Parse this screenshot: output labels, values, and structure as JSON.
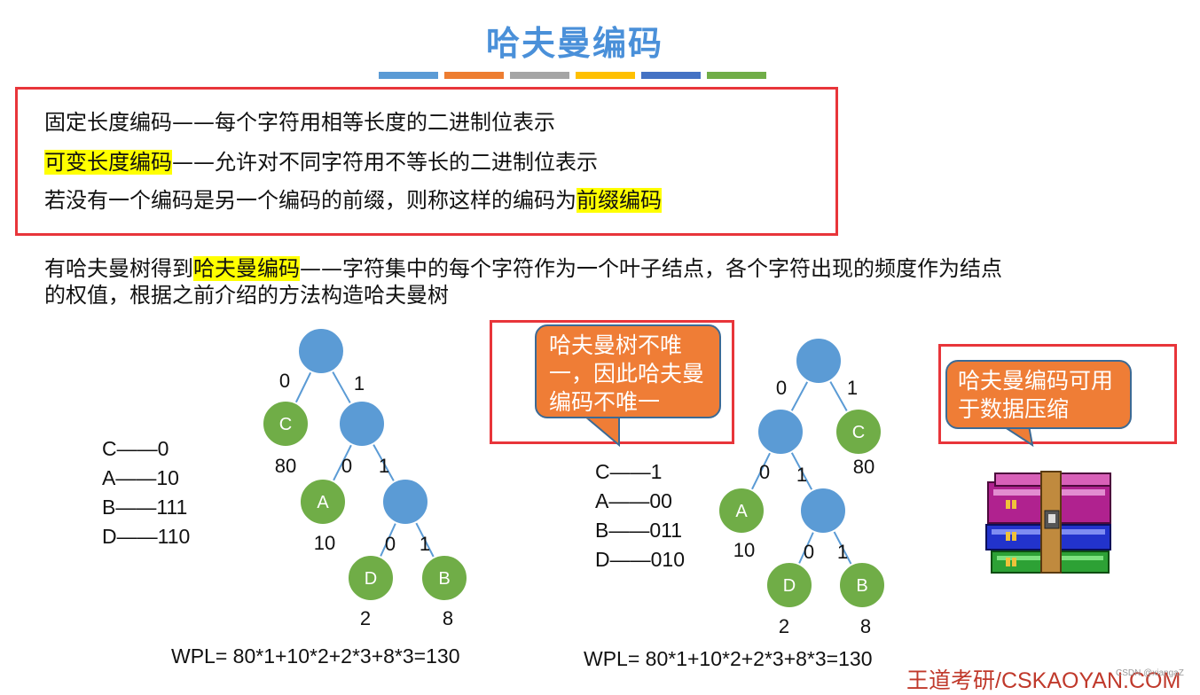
{
  "title": "哈夫曼编码",
  "bar_colors": [
    "#5b9bd5",
    "#ed7d31",
    "#a5a5a5",
    "#ffc000",
    "#4472c4",
    "#70ad47"
  ],
  "definitions": {
    "line1_term": "固定长度编码",
    "line1_rest": "——每个字符用相等长度的二进制位表示",
    "line2_term": "可变长度编码",
    "line2_rest": "——允许对不同字符用不等长的二进制位表示",
    "line3_pre": "若没有一个编码是另一个编码的前缀，则称这样的编码为",
    "line3_term": "前缀编码"
  },
  "paragraph": {
    "pre": "有哈夫曼树得到",
    "term": "哈夫曼编码",
    "rest1": "——字符集中的每个字符作为一个叶子结点，各个字符出现的频度作为结点",
    "rest2": "的权值，根据之前介绍的方法构造哈夫曼树"
  },
  "tree1": {
    "codes": [
      "C——0",
      "A——10",
      "B——111",
      "D——110"
    ],
    "edges": [
      "0",
      "1",
      "0",
      "1",
      "0",
      "1"
    ],
    "leaves": [
      "C",
      "A",
      "D",
      "B"
    ],
    "weights": [
      "80",
      "10",
      "2",
      "8"
    ],
    "wpl": "WPL= 80*1+10*2+2*3+8*3=130"
  },
  "tree2": {
    "codes": [
      "C——1",
      "A——00",
      "B——011",
      "D——010"
    ],
    "edges": [
      "0",
      "1",
      "0",
      "1",
      "0",
      "1"
    ],
    "leaves": [
      "C",
      "A",
      "D",
      "B"
    ],
    "weights": [
      "80",
      "10",
      "2",
      "8"
    ],
    "wpl": "WPL= 80*1+10*2+2*3+8*3=130"
  },
  "callout1": "哈夫曼树不唯一，因此哈夫曼编码不唯一",
  "callout2": "哈夫曼编码可用于数据压缩",
  "footer": "王道考研/CSKAOYAN.COM",
  "watermark": "CSDN @xiangaZ",
  "colors": {
    "internal_node": "#5b9bd5",
    "leaf_node": "#70ad47",
    "callout": "#ef7d36",
    "box_border": "#e8353a"
  },
  "icons": {
    "compression": "winrar-books-icon"
  }
}
